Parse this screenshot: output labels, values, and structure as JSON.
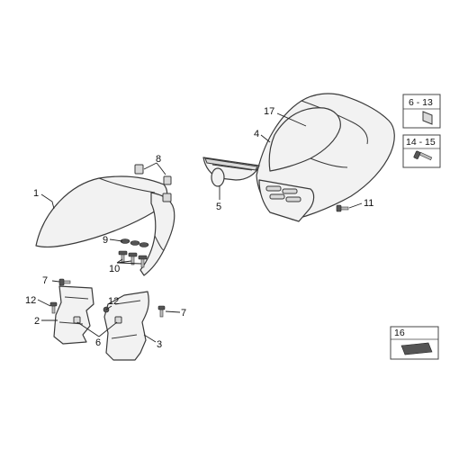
{
  "callouts": {
    "c1": "1",
    "c2": "2",
    "c3": "3",
    "c4": "4",
    "c5": "5",
    "c6": "6",
    "c7a": "7",
    "c7b": "7",
    "c8": "8",
    "c9": "9",
    "c10": "10",
    "c11": "11",
    "c12a": "12",
    "c12b": "12",
    "c17": "17"
  },
  "boxes": {
    "box_6_13": "6 - 13",
    "box_14_15": "14 - 15",
    "box_16": "16"
  }
}
